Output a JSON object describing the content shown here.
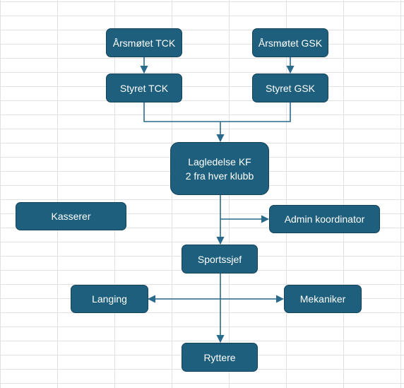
{
  "nodes": {
    "arsmotet_tck": "Årsmøtet TCK",
    "arsmotet_gsk": "Årsmøtet GSK",
    "styret_tck": "Styret TCK",
    "styret_gsk": "Styret GSK",
    "lagledelse_line1": "Lagledelse KF",
    "lagledelse_line2": "2 fra hver klubb",
    "kasserer": "Kasserer",
    "admin_koordinator": "Admin koordinator",
    "sportssjef": "Sportssjef",
    "langing": "Langing",
    "mekaniker": "Mekaniker",
    "ryttere": "Ryttere"
  },
  "colors": {
    "box_fill": "#1e5f7e",
    "box_border": "#14425a",
    "connector": "#2a6a8c",
    "text": "#ffffff",
    "gridline": "#e1e1e1"
  }
}
